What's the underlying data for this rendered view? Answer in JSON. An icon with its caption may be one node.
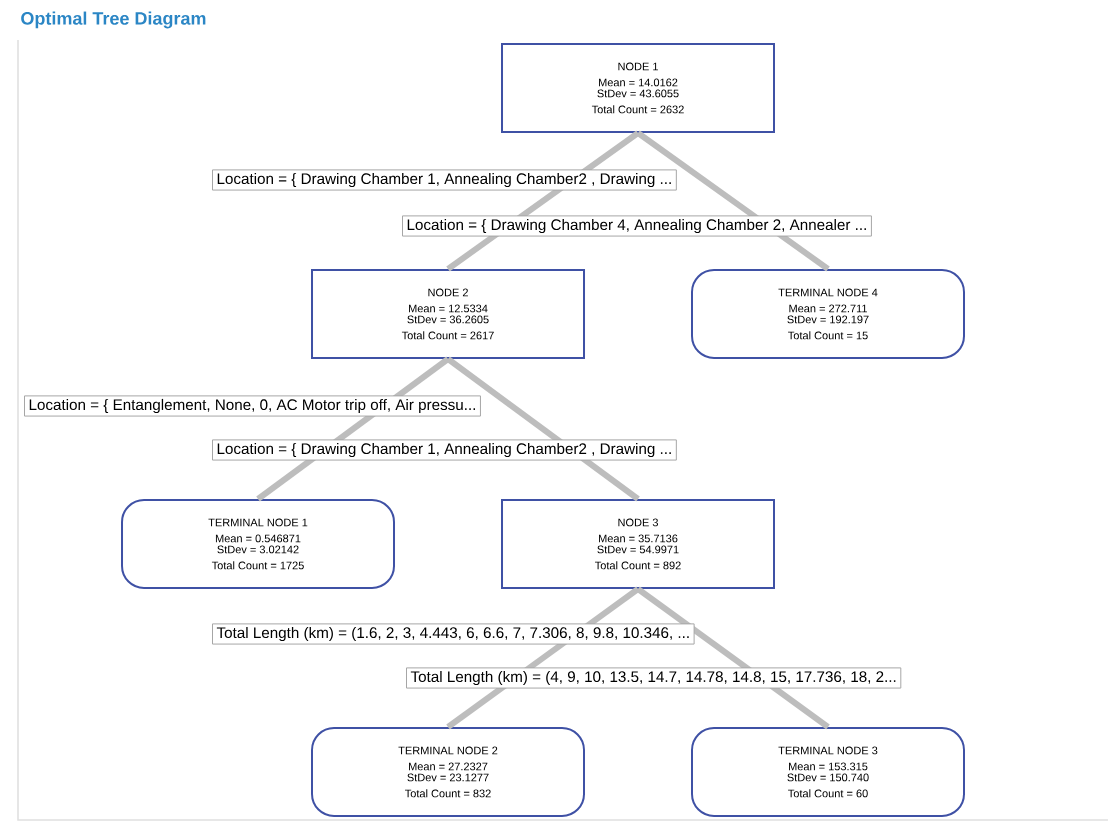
{
  "diagram": {
    "title": "Optimal Tree Diagram",
    "nodes": [
      {
        "text": [
          "NODE 1",
          "Mean = 14.0162",
          "StDev = 43.6055",
          "Total Count = 2632"
        ]
      },
      {
        "text": [
          "NODE 2",
          "Mean = 12.5334",
          "StDev = 36.2605",
          "Total Count = 2617"
        ]
      },
      {
        "text": [
          "TERMINAL NODE 4",
          "Mean = 272.711",
          "StDev = 192.197",
          "Total Count = 15"
        ]
      },
      {
        "text": [
          "TERMINAL NODE 1",
          "Mean = 0.546871",
          "StDev = 3.02142",
          "Total Count = 1725"
        ]
      },
      {
        "text": [
          "NODE 3",
          "Mean = 35.7136",
          "StDev = 54.9971",
          "Total Count = 892"
        ]
      },
      {
        "text": [
          "TERMINAL NODE 2",
          "Mean = 27.2327",
          "StDev = 23.1277",
          "Total Count = 832"
        ]
      },
      {
        "text": [
          "TERMINAL NODE 3",
          "Mean = 153.315",
          "StDev = 150.740",
          "Total Count = 60"
        ]
      }
    ],
    "edges": [
      {
        "from": 0,
        "to": 1,
        "arrow": "none",
        "label": "Location = { Drawing Chamber 1, Annealing Chamber2 ,  Drawing ..."
      },
      {
        "from": 0,
        "to": 2,
        "arrow": "none",
        "label": "Location = { Drawing Chamber 4, Annealing Chamber 2, Annealer ..."
      },
      {
        "from": 1,
        "to": 3,
        "arrow": "none",
        "label": "Location = { Entanglement,  None, 0, AC Motor trip off, Air pressu..."
      },
      {
        "from": 1,
        "to": 4,
        "arrow": "none",
        "label": "Location = { Drawing Chamber 1, Annealing Chamber2 ,  Drawing ..."
      },
      {
        "from": 4,
        "to": 5,
        "arrow": "none",
        "label": "Total Length (km) = (1.6, 2, 3, 4.443, 6, 6.6, 7, 7.306, 8, 9.8, 10.346, ..."
      },
      {
        "from": 4,
        "to": 6,
        "arrow": "none",
        "label": "Total Length (km) = (4, 9, 10, 13.5, 14.7, 14.78, 14.8, 15, 17.736, 18, 2..."
      }
    ]
  }
}
